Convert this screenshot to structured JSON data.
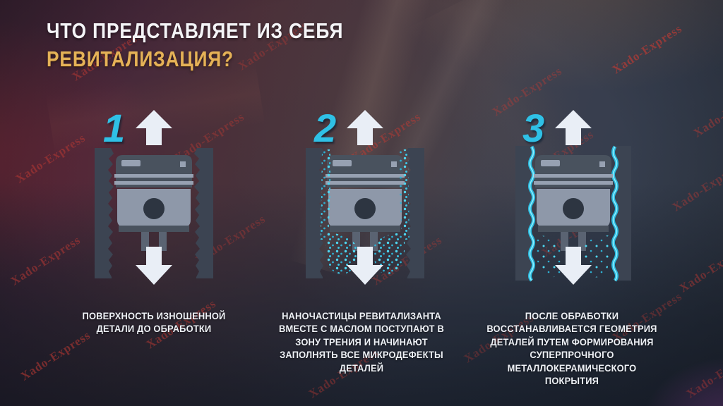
{
  "title": {
    "line1": "ЧТО ПРЕДСТАВЛЯЕТ ИЗ СЕБЯ",
    "line2": "РЕВИТАЛИЗАЦИЯ?"
  },
  "watermark": {
    "text": "Xado-Express"
  },
  "colors": {
    "accent_gold": "#e5b257",
    "accent_cyan": "#2fc1e6",
    "watermark_red": "#c23a33",
    "arrow_white": "#e9eef6",
    "particle_cyan": "#3cc5e4",
    "metal_dark": "#49525e",
    "metal_light": "#8e98a9"
  },
  "stages": [
    {
      "number": "1",
      "caption": [
        "ПОВЕРХНОСТЬ ИЗНОШЕННОЙ",
        "ДЕТАЛИ ДО ОБРАБОТКИ"
      ]
    },
    {
      "number": "2",
      "caption": [
        "НАНОЧАСТИЦЫ РЕВИТАЛИЗАНТА",
        "ВМЕСТЕ С МАСЛОМ ПОСТУПАЮТ В",
        "ЗОНУ ТРЕНИЯ И НАЧИНАЮТ",
        "ЗАПОЛНЯТЬ ВСЕ МИКРОДЕФЕКТЫ",
        "ДЕТАЛЕЙ"
      ]
    },
    {
      "number": "3",
      "caption": [
        "ПОСЛЕ ОБРАБОТКИ",
        "ВОССТАНАВЛИВАЕТСЯ ГЕОМЕТРИЯ",
        "ДЕТАЛЕЙ ПУТЕМ ФОРМИРОВАНИЯ",
        "СУПЕРПРОЧНОГО",
        "МЕТАЛЛОКЕРАМИЧЕСКОГО",
        "ПОКРЫТИЯ"
      ]
    }
  ]
}
